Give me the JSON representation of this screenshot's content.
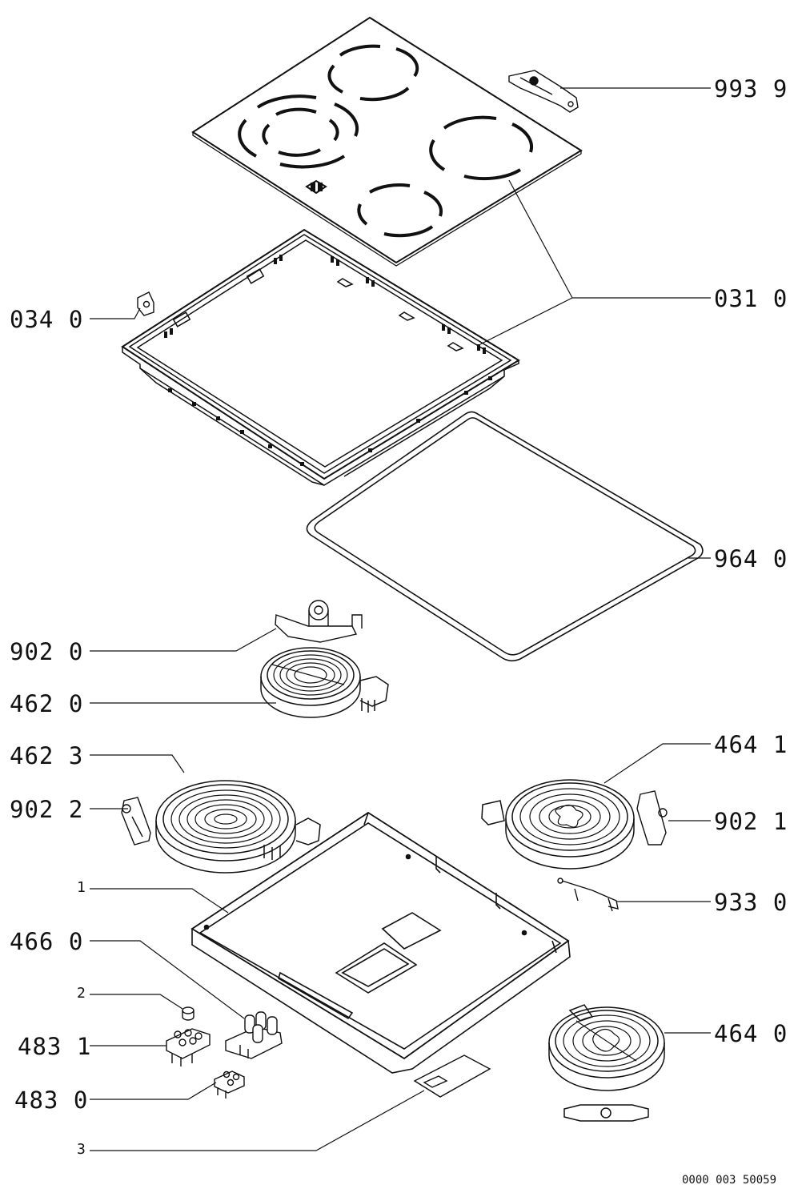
{
  "labels": {
    "p993_9": "993 9",
    "p031_0": "031 0",
    "p034_0": "034 0",
    "p964_0": "964 0",
    "p902_0": "902 0",
    "p462_0": "462 0",
    "p462_3": "462 3",
    "p464_1": "464 1",
    "p902_2": "902 2",
    "p902_1": "902 1",
    "p1": "1",
    "p933_0": "933 0",
    "p466_0": "466 0",
    "p2": "2",
    "p483_1": "483 1",
    "p464_0": "464 0",
    "p483_0": "483 0",
    "p3": "3"
  },
  "drawing_code": "0000 003 50059",
  "colors": {
    "ink": "#111111",
    "background": "#ffffff"
  }
}
